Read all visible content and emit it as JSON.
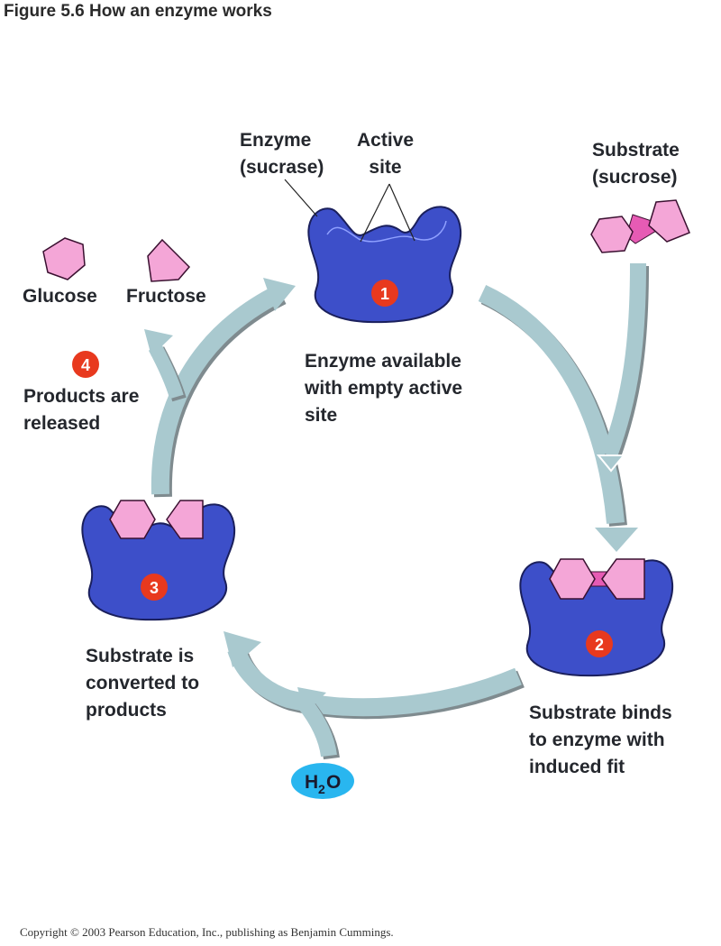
{
  "figure": {
    "title": "Figure 5.6  How an enzyme works",
    "copyright": "Copyright © 2003 Pearson Education, Inc., publishing as Benjamin Cummings."
  },
  "colors": {
    "enzyme": "#3d4fc9",
    "enzyme_outline": "#1a1f5c",
    "sugar": "#f4a6d7",
    "sugar_bond": "#e65bb4",
    "arrow": "#a9c9cf",
    "arrow_shadow": "#7f8b8f",
    "badge": "#e8391e",
    "water": "#29b6ef"
  },
  "labels": {
    "enzyme": "Enzyme\n(sucrase)",
    "active_site": "Active\nsite",
    "substrate": "Substrate\n(sucrose)",
    "glucose": "Glucose",
    "fructose": "Fructose",
    "water": "H2O"
  },
  "steps": [
    {
      "number": "1",
      "caption": "Enzyme available\nwith empty active\nsite"
    },
    {
      "number": "2",
      "caption": "Substrate binds\nto enzyme with\ninduced fit"
    },
    {
      "number": "3",
      "caption": "Substrate is\nconverted to\nproducts"
    },
    {
      "number": "4",
      "caption": "Products are\nreleased"
    }
  ]
}
